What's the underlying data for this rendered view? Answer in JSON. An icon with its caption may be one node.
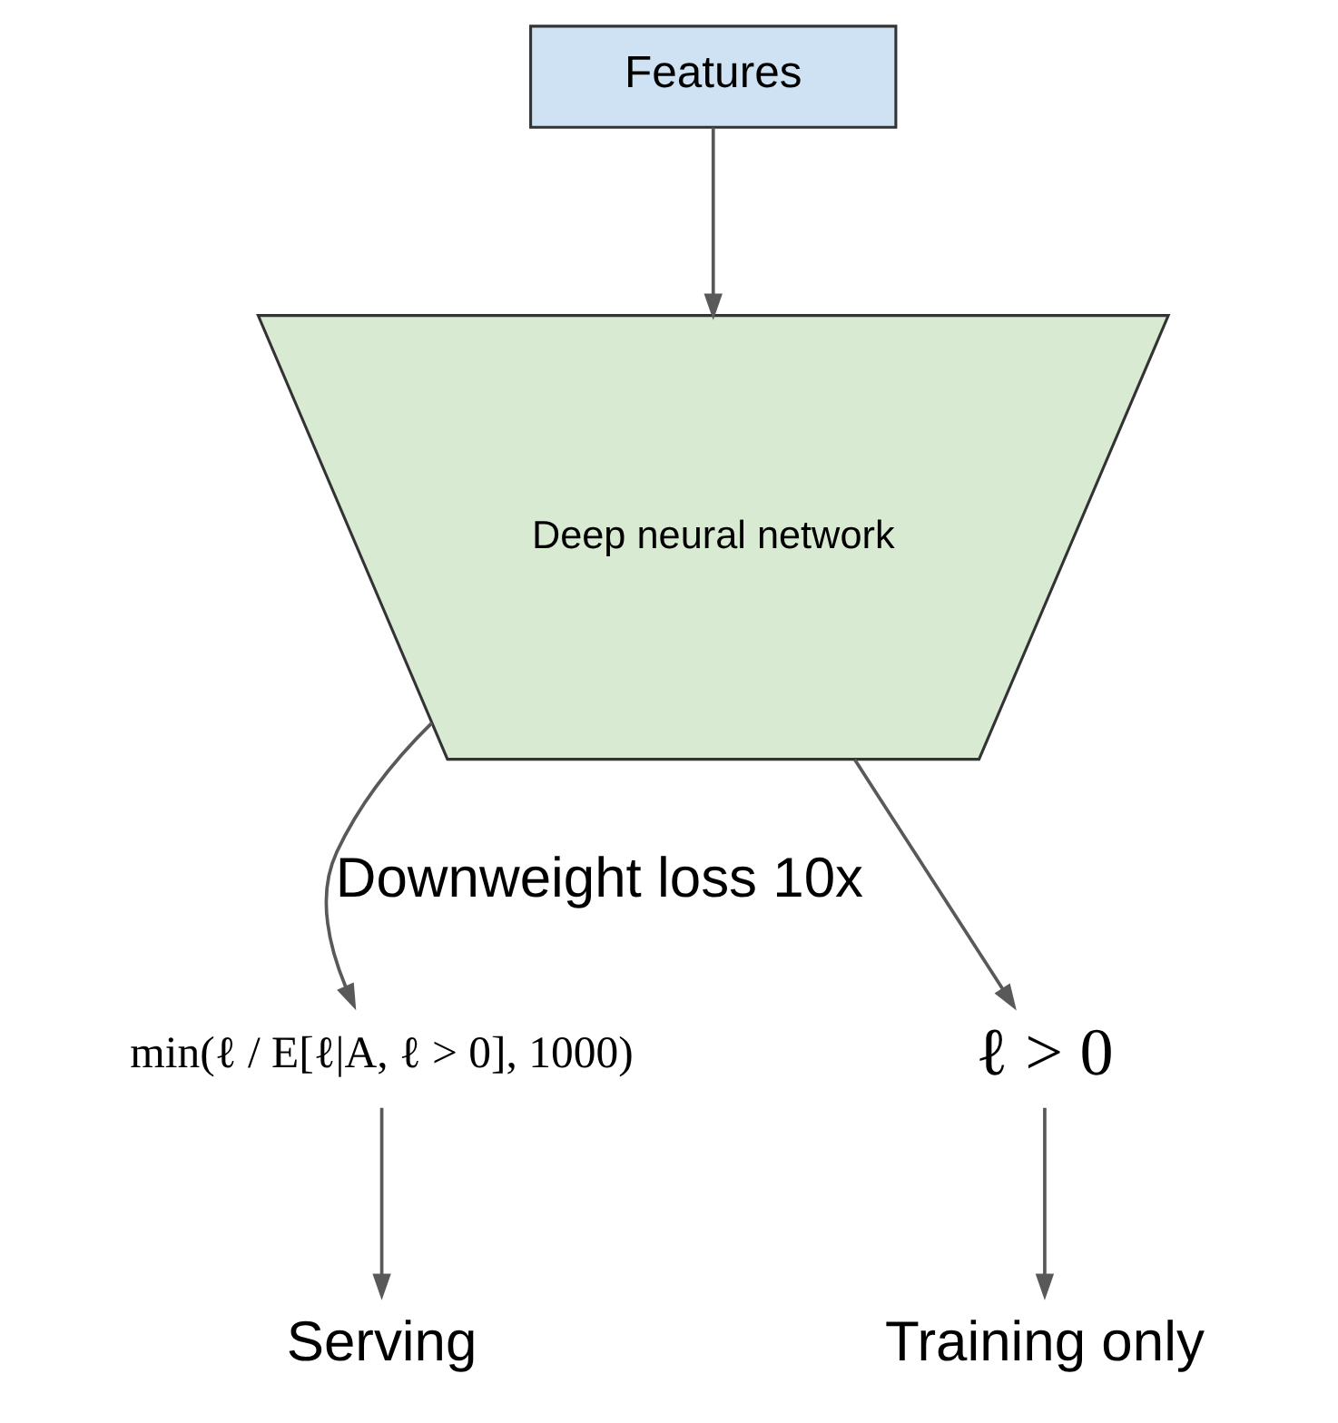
{
  "diagram": {
    "nodes": [
      {
        "text": [
          "Features"
        ]
      },
      {
        "text": [
          "Deep neural network"
        ]
      },
      {
        "text": [
          "min(ℓ / E[ℓ|A, ℓ > 0], 1000)"
        ]
      },
      {
        "text": [
          "ℓ > 0"
        ]
      },
      {
        "text": [
          "Serving"
        ]
      },
      {
        "text": [
          "Training only"
        ]
      }
    ],
    "edges": [
      {
        "from": 0,
        "to": 1,
        "arrow": "to"
      },
      {
        "from": 1,
        "to": 2,
        "arrow": "to",
        "label": "Downweight loss 10x"
      },
      {
        "from": 1,
        "to": 3,
        "arrow": "to"
      },
      {
        "from": 2,
        "to": 4,
        "arrow": "to"
      },
      {
        "from": 3,
        "to": 5,
        "arrow": "to"
      }
    ]
  }
}
